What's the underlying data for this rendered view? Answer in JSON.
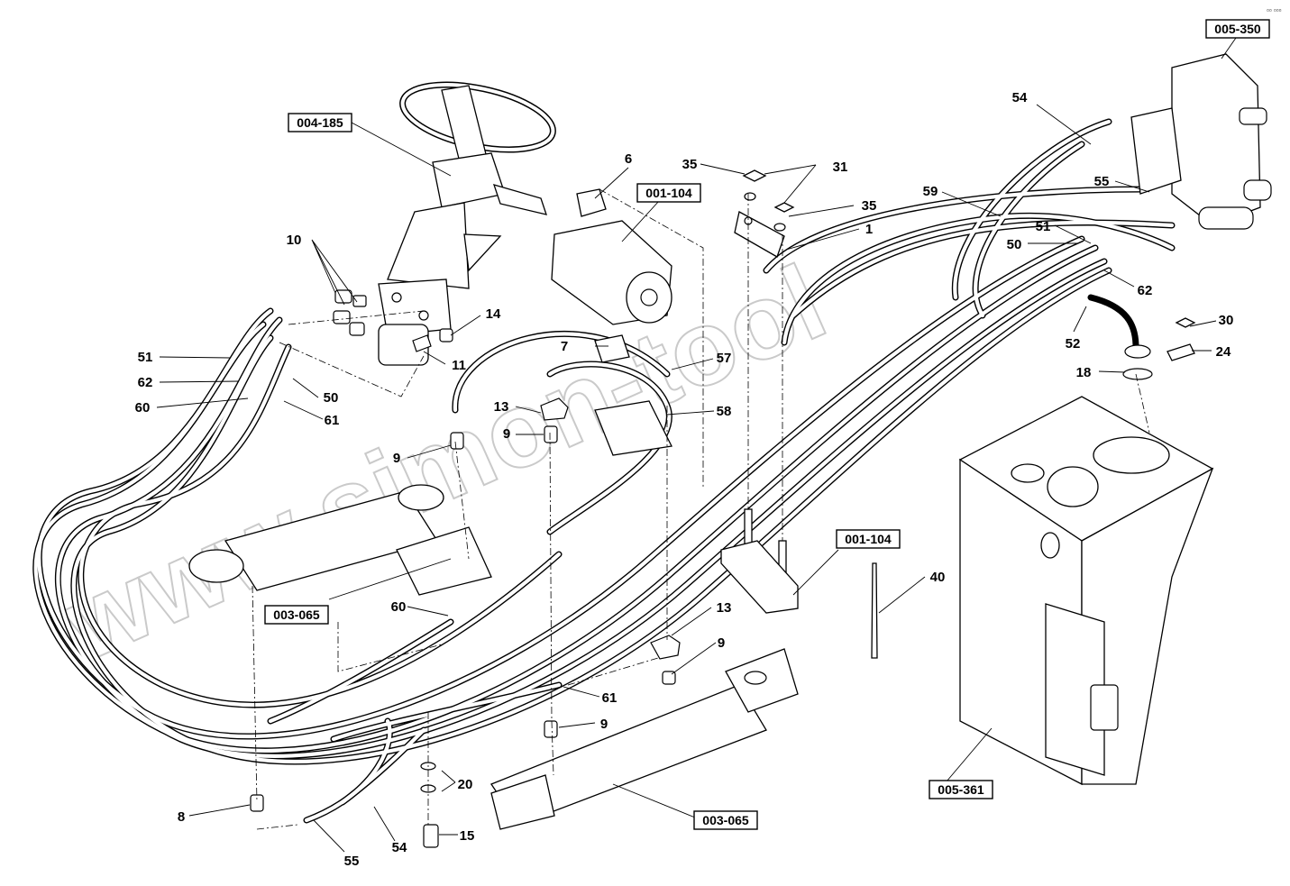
{
  "page_marker": "▫▫ ▫▫▫",
  "watermark": "www.simon-tool",
  "reference_boxes": [
    {
      "id": "ref-005-350",
      "text": "005-350"
    },
    {
      "id": "ref-004-185",
      "text": "004-185"
    },
    {
      "id": "ref-001-104-top",
      "text": "001-104"
    },
    {
      "id": "ref-001-104-mid",
      "text": "001-104"
    },
    {
      "id": "ref-003-065-left",
      "text": "003-065"
    },
    {
      "id": "ref-003-065-bottom",
      "text": "003-065"
    },
    {
      "id": "ref-005-361",
      "text": "005-361"
    }
  ],
  "callouts": [
    {
      "id": "c6",
      "text": "6"
    },
    {
      "id": "c35a",
      "text": "35"
    },
    {
      "id": "c31",
      "text": "31"
    },
    {
      "id": "c35b",
      "text": "35"
    },
    {
      "id": "c1",
      "text": "1"
    },
    {
      "id": "c59",
      "text": "59"
    },
    {
      "id": "c54a",
      "text": "54"
    },
    {
      "id": "c55a",
      "text": "55"
    },
    {
      "id": "c51a",
      "text": "51"
    },
    {
      "id": "c50a",
      "text": "50"
    },
    {
      "id": "c62a",
      "text": "62"
    },
    {
      "id": "c52",
      "text": "52"
    },
    {
      "id": "c30",
      "text": "30"
    },
    {
      "id": "c24",
      "text": "24"
    },
    {
      "id": "c18",
      "text": "18"
    },
    {
      "id": "c10",
      "text": "10"
    },
    {
      "id": "c14",
      "text": "14"
    },
    {
      "id": "c11",
      "text": "11"
    },
    {
      "id": "c7",
      "text": "7"
    },
    {
      "id": "c57",
      "text": "57"
    },
    {
      "id": "c58",
      "text": "58"
    },
    {
      "id": "c13a",
      "text": "13"
    },
    {
      "id": "c9a",
      "text": "9"
    },
    {
      "id": "c9b",
      "text": "9"
    },
    {
      "id": "c51b",
      "text": "51"
    },
    {
      "id": "c62b",
      "text": "62"
    },
    {
      "id": "c60a",
      "text": "60"
    },
    {
      "id": "c50b",
      "text": "50"
    },
    {
      "id": "c61a",
      "text": "61"
    },
    {
      "id": "c40",
      "text": "40"
    },
    {
      "id": "c60b",
      "text": "60"
    },
    {
      "id": "c13b",
      "text": "13"
    },
    {
      "id": "c9c",
      "text": "9"
    },
    {
      "id": "c61b",
      "text": "61"
    },
    {
      "id": "c9d",
      "text": "9"
    },
    {
      "id": "c20",
      "text": "20"
    },
    {
      "id": "c8",
      "text": "8"
    },
    {
      "id": "c15",
      "text": "15"
    },
    {
      "id": "c54b",
      "text": "54"
    },
    {
      "id": "c55b",
      "text": "55"
    }
  ]
}
